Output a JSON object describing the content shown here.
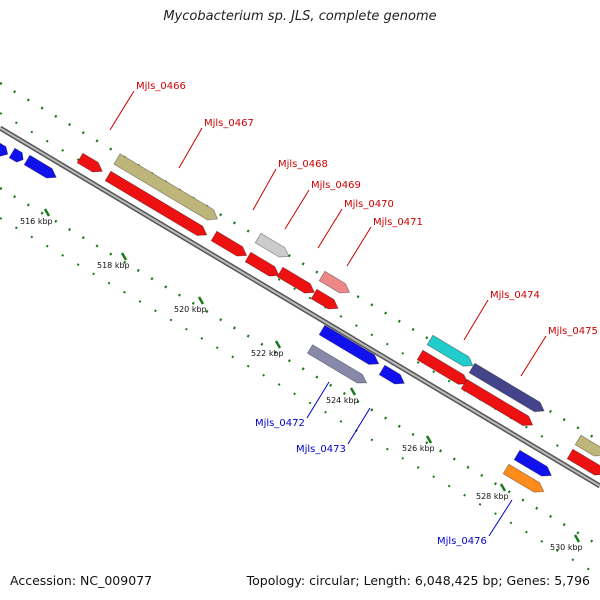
{
  "title": "Mycobacterium sp. JLS, complete genome",
  "footer": {
    "accession": "Accession: NC_009077",
    "topology": "Topology: circular; Length: 6,048,425 bp; Genes: 5,796"
  },
  "colors": {
    "backbone": "#888888",
    "tick": "#1a7a1a",
    "label_top": "#cc0000",
    "label_bottom": "#0000cc"
  },
  "ticks": [
    {
      "label": "516 kbp"
    },
    {
      "label": "518 kbp"
    },
    {
      "label": "520 kbp"
    },
    {
      "label": "522 kbp"
    },
    {
      "label": "524 kbp"
    },
    {
      "label": "526 kbp"
    },
    {
      "label": "528 kbp"
    },
    {
      "label": "530 kbp"
    }
  ],
  "gene_labels": [
    {
      "name": "Mjls_0466",
      "strand": "top"
    },
    {
      "name": "Mjls_0467",
      "strand": "top"
    },
    {
      "name": "Mjls_0468",
      "strand": "top"
    },
    {
      "name": "Mjls_0469",
      "strand": "top"
    },
    {
      "name": "Mjls_0470",
      "strand": "top"
    },
    {
      "name": "Mjls_0471",
      "strand": "top"
    },
    {
      "name": "Mjls_0474",
      "strand": "top"
    },
    {
      "name": "Mjls_0475",
      "strand": "top"
    },
    {
      "name": "Mjls_0472",
      "strand": "bottom"
    },
    {
      "name": "Mjls_0473",
      "strand": "bottom"
    },
    {
      "name": "Mjls_0476",
      "strand": "bottom"
    }
  ],
  "gene_colors": {
    "red": "#ee1111",
    "blue": "#1111ee",
    "olive": "#bdb57a",
    "grey": "#cccccc",
    "pink": "#ee8888",
    "cyan": "#22cccc",
    "navy": "#44448a",
    "orange": "#ff8c1a",
    "striped": "#8888aa"
  }
}
